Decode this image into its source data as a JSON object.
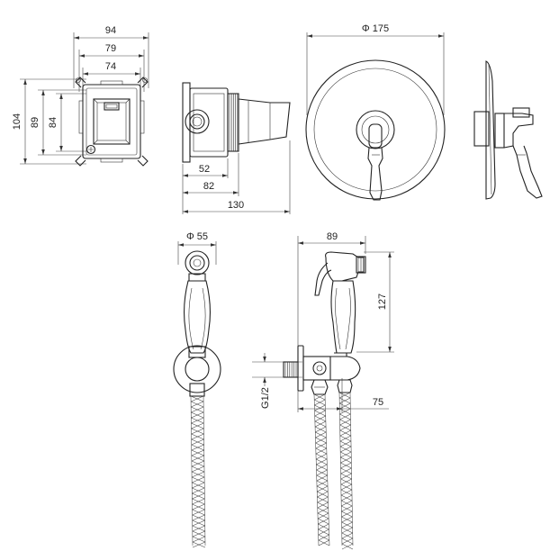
{
  "dimensions": {
    "box_width": "94",
    "box_inner_width": "79",
    "box_inner_width2": "74",
    "box_height": "104",
    "box_inner_height": "89",
    "box_inner_height2": "84",
    "body_depth_min": "52",
    "body_depth_mid": "82",
    "body_depth_max": "130",
    "plate_diameter": "Φ 175",
    "holder_diameter": "Φ 55",
    "shower_width": "89",
    "shower_height": "127",
    "thread": "G1/2",
    "outlet_depth": "75"
  }
}
